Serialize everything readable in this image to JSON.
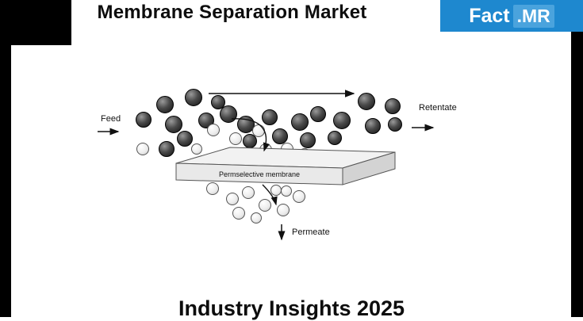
{
  "header": {
    "title": "Membrane Separation Market",
    "logo": {
      "part1": "Fact",
      "part2": ".MR"
    }
  },
  "footer": {
    "title": "Industry Insights 2025"
  },
  "colors": {
    "logo_blue": "#1e88cf",
    "logo_badge_blue": "#4aa3dd",
    "frame_black": "#000000",
    "dark_particle": "#222222",
    "light_particle": "#e8e8e8",
    "membrane_fill": "#ececec"
  },
  "diagram": {
    "labels": {
      "feed": "Feed",
      "retentate": "Retentate",
      "membrane": "Permselective membrane",
      "permeate": "Permeate"
    },
    "particles": {
      "dark": [
        [
          207,
          71,
          10
        ],
        [
          243,
          62,
          10
        ],
        [
          274,
          68,
          8
        ],
        [
          180,
          90,
          9
        ],
        [
          218,
          96,
          10
        ],
        [
          259,
          91,
          9
        ],
        [
          287,
          83,
          10
        ],
        [
          232,
          114,
          9
        ],
        [
          209,
          127,
          9
        ],
        [
          309,
          96,
          10
        ],
        [
          339,
          87,
          9
        ],
        [
          377,
          93,
          10
        ],
        [
          400,
          83,
          9
        ],
        [
          430,
          91,
          10
        ],
        [
          461,
          67,
          10
        ],
        [
          494,
          73,
          9
        ],
        [
          469,
          98,
          9
        ],
        [
          497,
          96,
          8
        ],
        [
          387,
          116,
          9
        ],
        [
          421,
          113,
          8
        ],
        [
          352,
          111,
          9
        ],
        [
          314,
          117,
          8
        ]
      ],
      "light": [
        [
          179,
          127,
          7
        ],
        [
          247,
          127,
          6
        ],
        [
          268,
          103,
          7
        ],
        [
          296,
          114,
          7
        ],
        [
          325,
          104,
          7
        ],
        [
          303,
          133,
          7
        ],
        [
          334,
          128,
          7
        ],
        [
          361,
          127,
          7
        ],
        [
          383,
          133,
          6
        ],
        [
          267,
          177,
          7
        ],
        [
          292,
          190,
          7
        ],
        [
          312,
          182,
          7
        ],
        [
          333,
          198,
          7
        ],
        [
          300,
          208,
          7
        ],
        [
          356,
          204,
          7
        ],
        [
          376,
          187,
          7
        ],
        [
          347,
          179,
          6
        ],
        [
          322,
          214,
          6
        ],
        [
          360,
          180,
          6
        ]
      ]
    }
  }
}
